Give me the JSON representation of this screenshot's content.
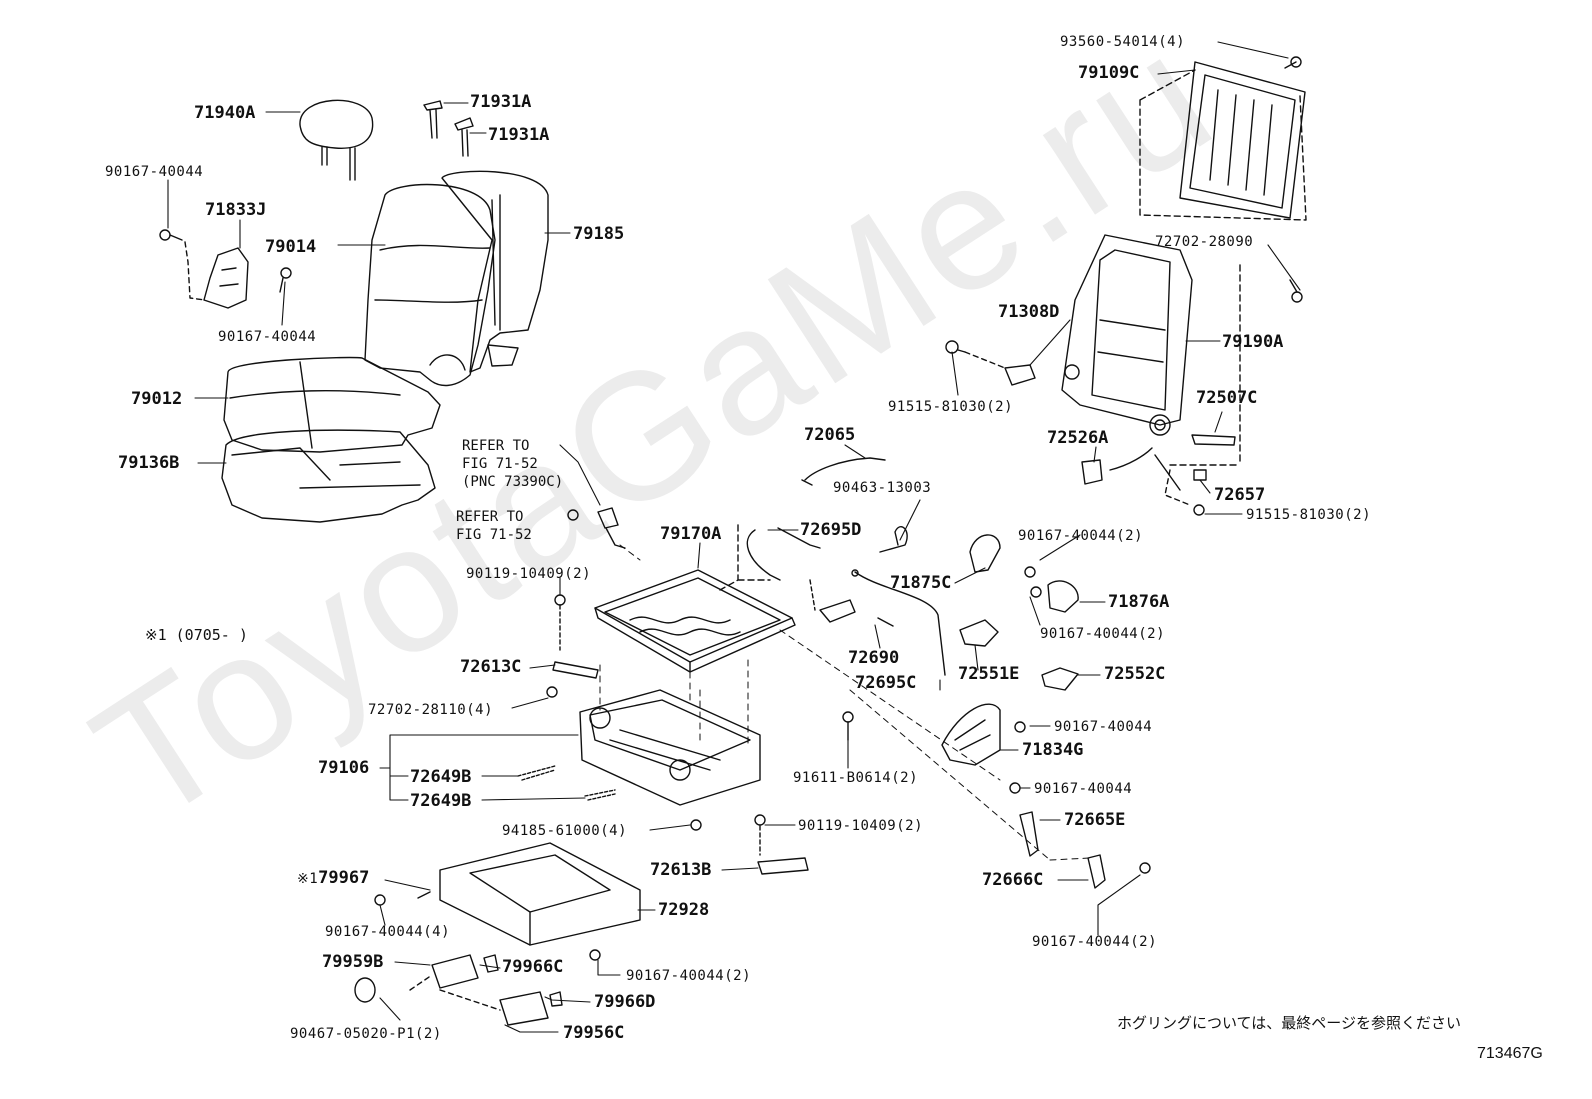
{
  "watermark": "ToyotaGaMe.ru",
  "labels": {
    "p93560": "93560-54014(4)",
    "p79109C": "79109C",
    "p71940A": "71940A",
    "p71931A_1": "71931A",
    "p71931A_2": "71931A",
    "p90167_tl": "90167-40044",
    "p71833J": "71833J",
    "p79014": "79014",
    "p79185": "79185",
    "p90167_tl2": "90167-40044",
    "p72702_28090": "72702-28090",
    "p71308D": "71308D",
    "p79190A": "79190A",
    "p91515_a": "91515-81030(2)",
    "p72507C": "72507C",
    "p79012": "79012",
    "p72526A": "72526A",
    "p72065": "72065",
    "p79136B": "79136B",
    "p72657": "72657",
    "p90463": "90463-13003",
    "p91515_b": "91515-81030(2)",
    "p72695D": "72695D",
    "p79170A": "79170A",
    "p90167_2a": "90167-40044(2)",
    "p90119_a": "90119-10409(2)",
    "p71875C": "71875C",
    "p71876A": "71876A",
    "p90167_2b": "90167-40044(2)",
    "p72690": "72690",
    "p72613C": "72613C",
    "p72695C": "72695C",
    "p72551E": "72551E",
    "p72552C": "72552C",
    "p72702_28110": "72702-28110(4)",
    "p90167_r1": "90167-40044",
    "p71834G": "71834G",
    "p79106": "79106",
    "p72649B_1": "72649B",
    "p91611": "91611-B0614(2)",
    "p72649B_2": "72649B",
    "p90167_r2": "90167-40044",
    "p94185": "94185-61000(4)",
    "p90119_b": "90119-10409(2)",
    "p72665E": "72665E",
    "p72613B": "72613B",
    "p72666C": "72666C",
    "p79967": "79967",
    "p72928": "72928",
    "p90167_4": "90167-40044(4)",
    "p90167_2c": "90167-40044(2)",
    "p79959B": "79959B",
    "p79966C": "79966C",
    "p90167_2d": "90167-40044(2)",
    "p79966D": "79966D",
    "p90467": "90467-05020-P1(2)",
    "p79956C": "79956C"
  },
  "refs": {
    "ref1_line1": "REFER TO",
    "ref1_line2": "FIG 71-52",
    "ref1_line3": "(PNC 73390C)",
    "ref2_line1": "REFER TO",
    "ref2_line2": "FIG 71-52"
  },
  "marker_note": "※1 (0705-      )",
  "marker_prefix": "※1",
  "japanese_note": "ホグリングについては、最終ページを参照ください",
  "figure_code": "713467G"
}
